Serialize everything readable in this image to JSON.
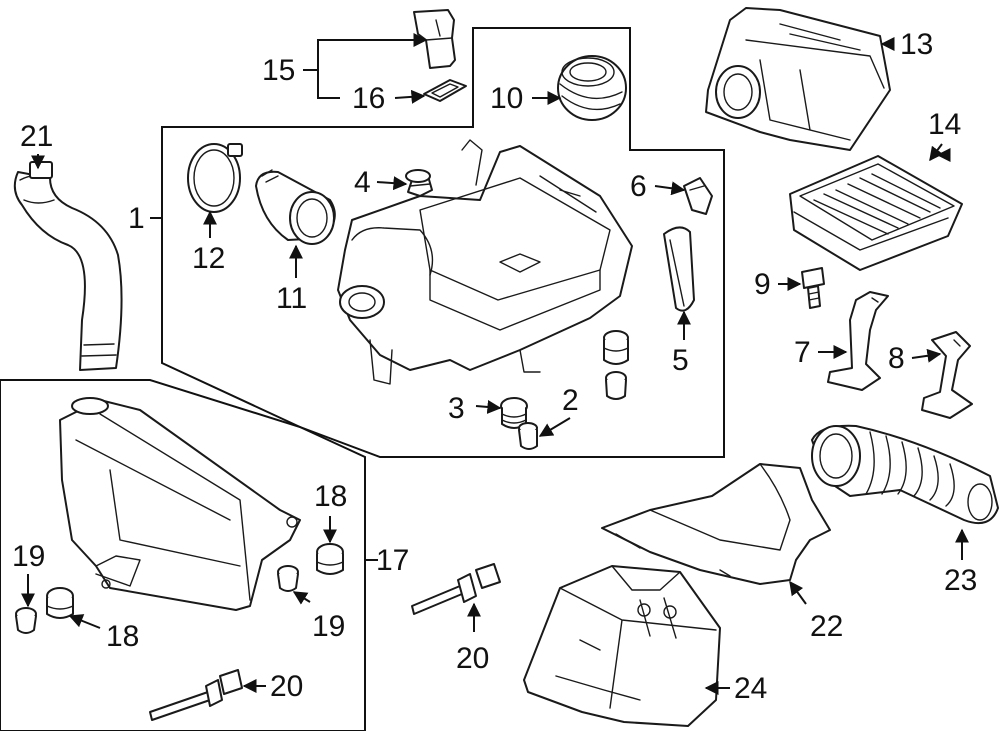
{
  "callouts": [
    {
      "id": "c1",
      "text": "1"
    },
    {
      "id": "c2",
      "text": "2"
    },
    {
      "id": "c3",
      "text": "3"
    },
    {
      "id": "c4",
      "text": "4"
    },
    {
      "id": "c5",
      "text": "5"
    },
    {
      "id": "c6",
      "text": "6"
    },
    {
      "id": "c7",
      "text": "7"
    },
    {
      "id": "c8",
      "text": "8"
    },
    {
      "id": "c9",
      "text": "9"
    },
    {
      "id": "c10",
      "text": "10"
    },
    {
      "id": "c11",
      "text": "11"
    },
    {
      "id": "c12",
      "text": "12"
    },
    {
      "id": "c13",
      "text": "13"
    },
    {
      "id": "c14",
      "text": "14"
    },
    {
      "id": "c15",
      "text": "15"
    },
    {
      "id": "c16",
      "text": "16"
    },
    {
      "id": "c17",
      "text": "17"
    },
    {
      "id": "c18a",
      "text": "18"
    },
    {
      "id": "c18b",
      "text": "18"
    },
    {
      "id": "c19a",
      "text": "19"
    },
    {
      "id": "c19b",
      "text": "19"
    },
    {
      "id": "c20a",
      "text": "20"
    },
    {
      "id": "c20b",
      "text": "20"
    },
    {
      "id": "c21",
      "text": "21"
    },
    {
      "id": "c22",
      "text": "22"
    },
    {
      "id": "c23",
      "text": "23"
    },
    {
      "id": "c24",
      "text": "24"
    }
  ]
}
